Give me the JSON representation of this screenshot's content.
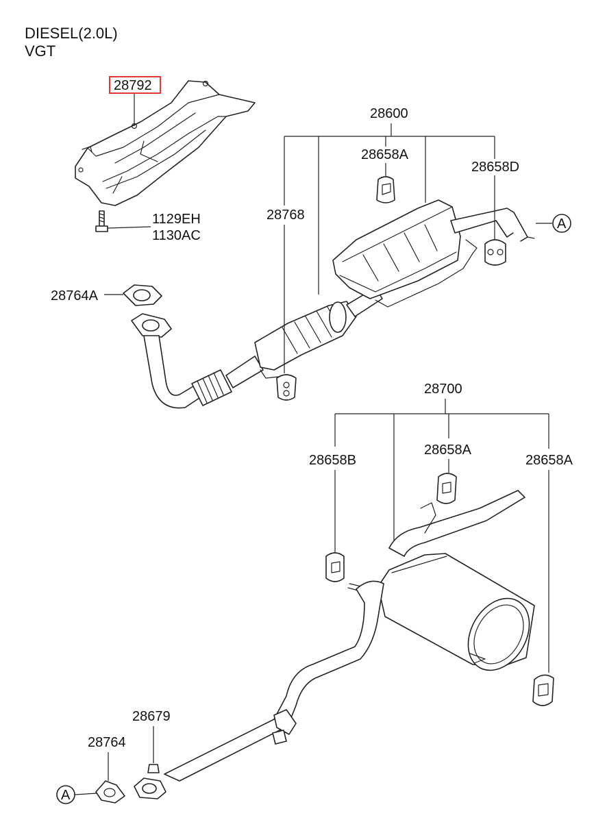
{
  "header": {
    "line1": "DIESEL(2.0L)",
    "line2": "VGT"
  },
  "highlight_color": "#e53935",
  "callouts": {
    "heat_shield": "28792",
    "bolt_a": "1129EH",
    "bolt_b": "1130AC",
    "front_gasket": "28764A",
    "front_assy": "28600",
    "front_hanger_a": "28658A",
    "front_hanger_d": "28658D",
    "front_hanger_bracket": "28768",
    "rear_assy": "28700",
    "rear_hanger_b": "28658B",
    "rear_hanger_a_mid": "28658A",
    "rear_hanger_a_right": "28658A",
    "nut": "28679",
    "rear_gasket": "28764",
    "ref_a_top": "A",
    "ref_a_bottom": "A"
  }
}
